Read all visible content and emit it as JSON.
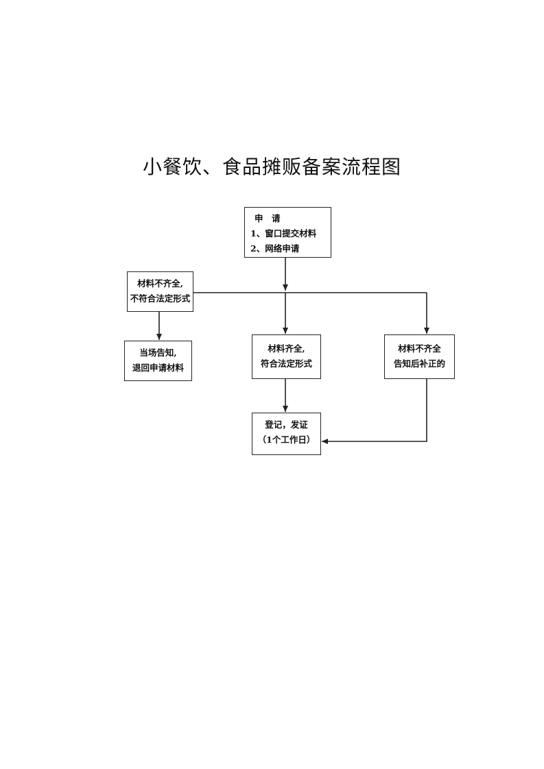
{
  "title": "小餐饮、食品摊贩备案流程图",
  "nodes": {
    "apply": {
      "lines": [
        "申　请",
        "1、窗口提交材料",
        "2、网络申请"
      ]
    },
    "incomplete_reject": {
      "lines": [
        "材料不齐全,",
        "不符合法定形式"
      ]
    },
    "return_materials": {
      "lines": [
        "当场告知,",
        "退回申请材料"
      ]
    },
    "complete": {
      "lines": [
        "材料齐全,",
        "符合法定形式"
      ]
    },
    "corrected": {
      "lines": [
        "材料不齐全",
        "告知后补正的"
      ]
    },
    "register": {
      "lines": [
        "登记，发证",
        "（1个工作日）"
      ]
    }
  },
  "edges": [
    {
      "from": "apply",
      "to": "branch"
    },
    {
      "from": "branch",
      "to": "incomplete_reject"
    },
    {
      "from": "branch",
      "to": "complete"
    },
    {
      "from": "branch",
      "to": "corrected"
    },
    {
      "from": "incomplete_reject",
      "to": "return_materials"
    },
    {
      "from": "complete",
      "to": "register"
    },
    {
      "from": "corrected",
      "to": "register"
    }
  ],
  "colors": {
    "line": "#222222",
    "text": "#111111",
    "background": "#ffffff"
  }
}
